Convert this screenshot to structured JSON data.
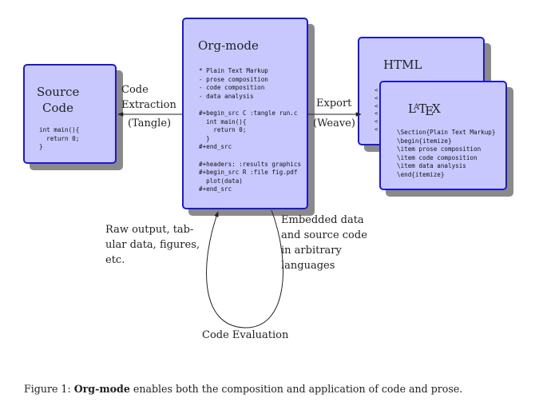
{
  "source_box": {
    "title_line1": "Source",
    "title_line2": "Code",
    "code": "int main(){\n  return 0;\n}"
  },
  "org_box": {
    "title": "Org-mode",
    "code": "* Plain Text Markup\n- prose composition\n- code composition\n- data analysis\n\n#+begin_src C :tangle run.c\n  int main(){\n    return 0;\n  }\n#+end_src\n\n#+headers: :results graphics\n#+begin_src R :file fig.pdf\n  plot(data)\n#+end_src"
  },
  "html_box": {
    "title": "HTML",
    "peek_text": "<\n<\n<\n<\n<\n<"
  },
  "latex_box": {
    "title": "LaTeX",
    "code": "\\Section{Plain Text Markup}\n\\begin{itemize}\n\\item prose composition\n\\item code composition\n\\item data analysis\n\\end{itemize}"
  },
  "edges": {
    "tangle_label_1": "Code",
    "tangle_label_2": "Extraction",
    "tangle_label_3": "(Tangle)",
    "export_label_1": "Export",
    "export_label_2": "(Weave)",
    "left_note": "Raw output, tab-\nular data, figures,\netc.",
    "right_note": "Embedded data\nand source code\nin arbitrary\nlanguages",
    "eval_label": "Code Evaluation"
  },
  "caption": {
    "prefix": "Figure 1: ",
    "bold": "Org-mode",
    "rest": " enables both the composition and application of code and prose."
  }
}
